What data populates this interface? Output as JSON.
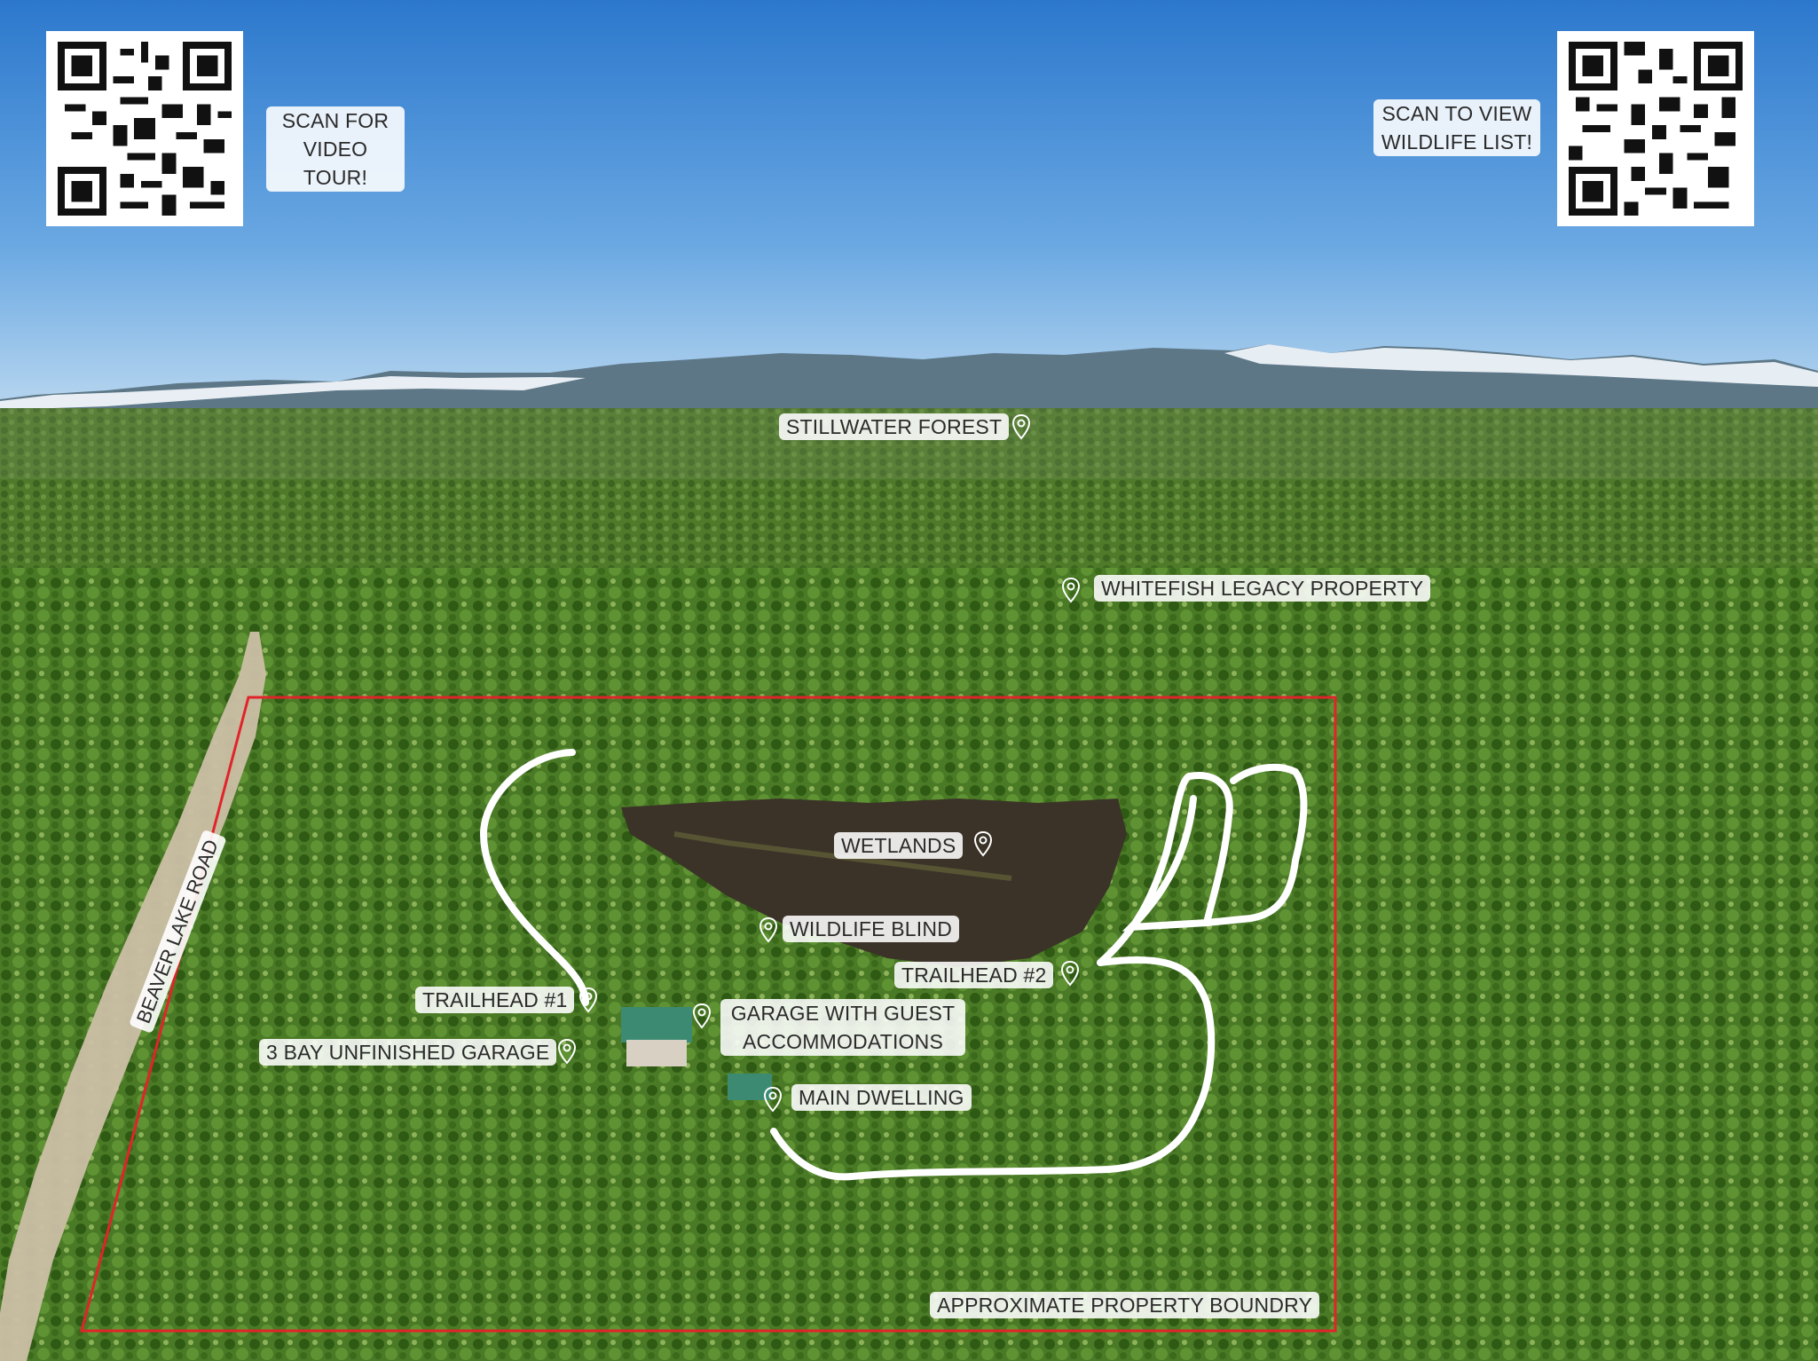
{
  "qr_left": {
    "caption_line1": "SCAN FOR",
    "caption_line2": "VIDEO TOUR!"
  },
  "qr_right": {
    "caption_line1": "SCAN TO VIEW",
    "caption_line2": "WILDLIFE LIST!"
  },
  "labels": {
    "stillwater": "STILLWATER FOREST",
    "whitefish": "WHITEFISH LEGACY PROPERTY",
    "wetlands": "WETLANDS",
    "wildlife_blind": "WILDLIFE BLIND",
    "trailhead1": "TRAILHEAD #1",
    "trailhead2": "TRAILHEAD #2",
    "garage_guest_line1": "GARAGE WITH GUEST",
    "garage_guest_line2": "ACCOMMODATIONS",
    "unfinished_garage": "3 BAY UNFINISHED GARAGE",
    "main_dwelling": "MAIN DWELLING",
    "boundary": "APPROXIMATE PROPERTY BOUNDRY",
    "road": "BEAVER LAKE ROAD"
  },
  "colors": {
    "sky_top": "#2f7cd0",
    "sky_bottom": "#a9cfee",
    "forest": "#4a7a26",
    "boundary_line": "#e0242a",
    "trail_line": "#ffffff"
  },
  "icons": {
    "marker": "map-pin-icon"
  }
}
